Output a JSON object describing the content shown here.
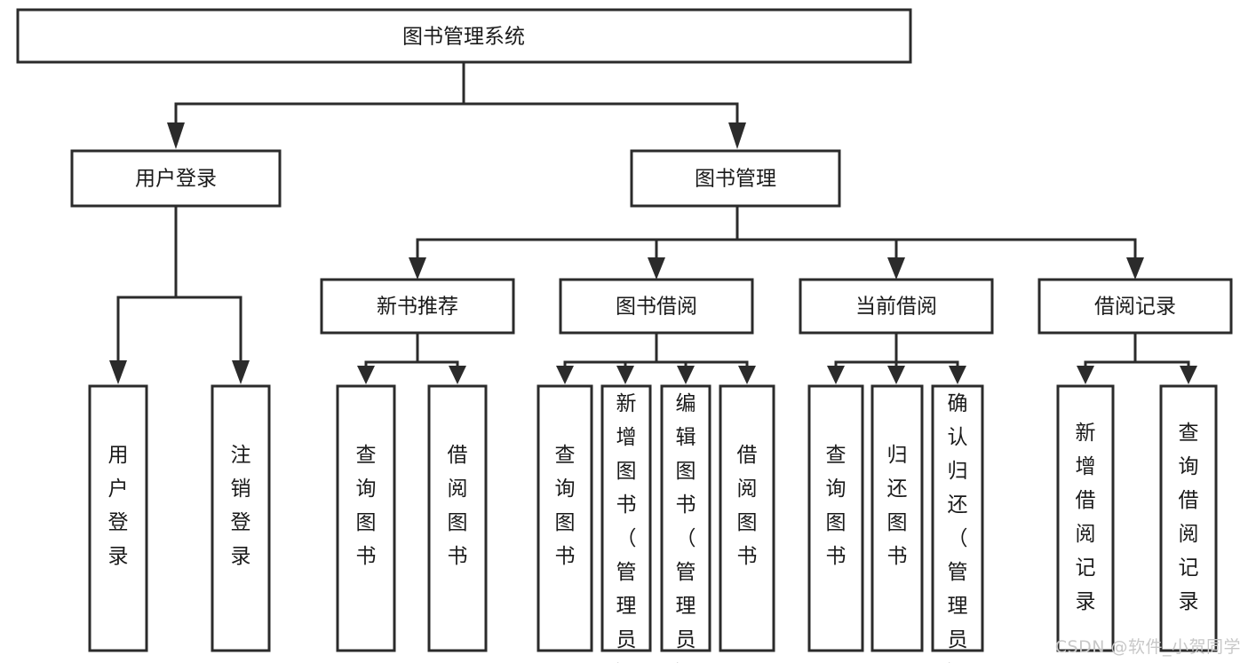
{
  "diagram": {
    "title": "图书管理系统",
    "type": "tree-hierarchy-diagram",
    "colors": {
      "box_fill": "#ffffff",
      "box_stroke": "#2b2b2b",
      "text": "#1a1a1a",
      "watermark": "#c8c8c8",
      "background": "#ffffff"
    },
    "root": {
      "id": "root",
      "label": "图书管理系统"
    },
    "level2": [
      {
        "id": "user-login",
        "label": "用户登录"
      },
      {
        "id": "book-management",
        "label": "图书管理"
      }
    ],
    "level3": [
      {
        "id": "new-book-recommend",
        "label": "新书推荐"
      },
      {
        "id": "book-borrow",
        "label": "图书借阅"
      },
      {
        "id": "current-borrow",
        "label": "当前借阅"
      },
      {
        "id": "borrow-record",
        "label": "借阅记录"
      }
    ],
    "leaves": {
      "user_login": [
        {
          "id": "leaf-user-login",
          "label": "用户登录"
        },
        {
          "id": "leaf-logout-login",
          "label": "注销登录"
        }
      ],
      "new_book_recommend": [
        {
          "id": "leaf-query-book-1",
          "label": "查询图书"
        },
        {
          "id": "leaf-borrow-book-1",
          "label": "借阅图书"
        }
      ],
      "book_borrow": [
        {
          "id": "leaf-query-book-2",
          "label": "查询图书"
        },
        {
          "id": "leaf-add-book",
          "label": "新增图书（管理员）"
        },
        {
          "id": "leaf-edit-book",
          "label": "编辑图书（管理员）"
        },
        {
          "id": "leaf-borrow-book-2",
          "label": "借阅图书"
        }
      ],
      "current_borrow": [
        {
          "id": "leaf-query-book-3",
          "label": "查询图书"
        },
        {
          "id": "leaf-return-book",
          "label": "归还图书"
        },
        {
          "id": "leaf-confirm-return",
          "label": "确认归还（管理员）"
        }
      ],
      "borrow_record": [
        {
          "id": "leaf-add-record",
          "label": "新增借阅记录"
        },
        {
          "id": "leaf-query-record",
          "label": "查询借阅记录"
        }
      ]
    }
  },
  "watermark": {
    "text": "CSDN @软件_小贺同学"
  }
}
